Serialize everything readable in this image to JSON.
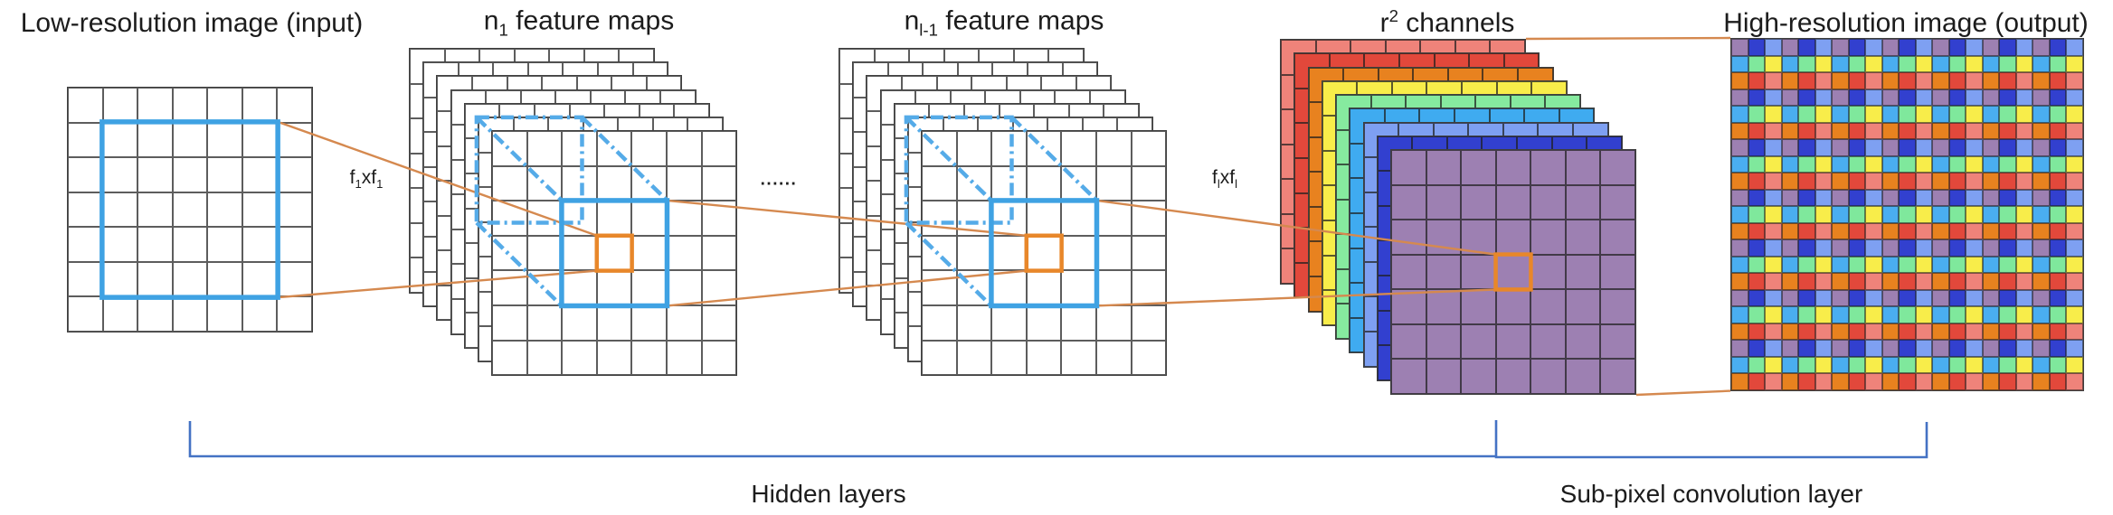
{
  "figure": {
    "labels": {
      "low_res_title": "Low-resolution image (input)",
      "n1": {
        "base": "n",
        "sub": "1",
        "rest": " feature maps"
      },
      "nl1": {
        "base": "n",
        "sub": "l-1",
        "rest": " feature maps"
      },
      "r2": {
        "base": "r",
        "sup": "2",
        "rest": " channels"
      },
      "high_res_title": "High-resolution image (output)",
      "f1": {
        "f": "f",
        "f_sub": "1",
        "x": "xf",
        "x_sub": "1"
      },
      "fl": {
        "f": "f",
        "f_sub": "l",
        "x": "xf",
        "x_sub": "l"
      },
      "dots": "......",
      "hidden_layers": "Hidden layers",
      "sub_pixel": "Sub-pixel convolution layer"
    },
    "structure": {
      "input_grid": {
        "rows": 7,
        "cols": 7
      },
      "feature_stacks": [
        {
          "label": "n1",
          "sheets": 7,
          "grid": 7
        },
        {
          "label": "nl-1",
          "sheets": 7,
          "grid": 7
        }
      ],
      "channel_stack": {
        "sheets": 9,
        "grid": 7,
        "colors_back_to_front": [
          "#ef837a",
          "#e2483b",
          "#e8821f",
          "#f8ed4a",
          "#86ea9f",
          "#3fabf0",
          "#7ea0f2",
          "#3240cf",
          "#9d80b2"
        ]
      },
      "output_grid": {
        "rows": 21,
        "cols": 21,
        "block_pattern": [
          [
            "purple",
            "darkblue",
            "periwinkle"
          ],
          [
            "skyblue",
            "green",
            "yellow"
          ],
          [
            "orange",
            "red",
            "salmon"
          ]
        ],
        "palette": {
          "purple": "#9d80b2",
          "darkblue": "#3240cf",
          "periwinkle": "#7ea0f2",
          "skyblue": "#4aaef0",
          "green": "#7fe89c",
          "yellow": "#f8ed4a",
          "orange": "#e8821f",
          "red": "#e2483b",
          "salmon": "#ef837a"
        }
      }
    },
    "colors": {
      "highlight_blue": "#3fa2e3",
      "dashed_blue": "#55abe8",
      "highlight_orange": "#e8872a",
      "connector": "#d5894f",
      "bracket": "#4472c4",
      "grid_line": "#3f3f3f",
      "sheet_bg": "#ffffff",
      "text": "#1c1c1c"
    }
  }
}
